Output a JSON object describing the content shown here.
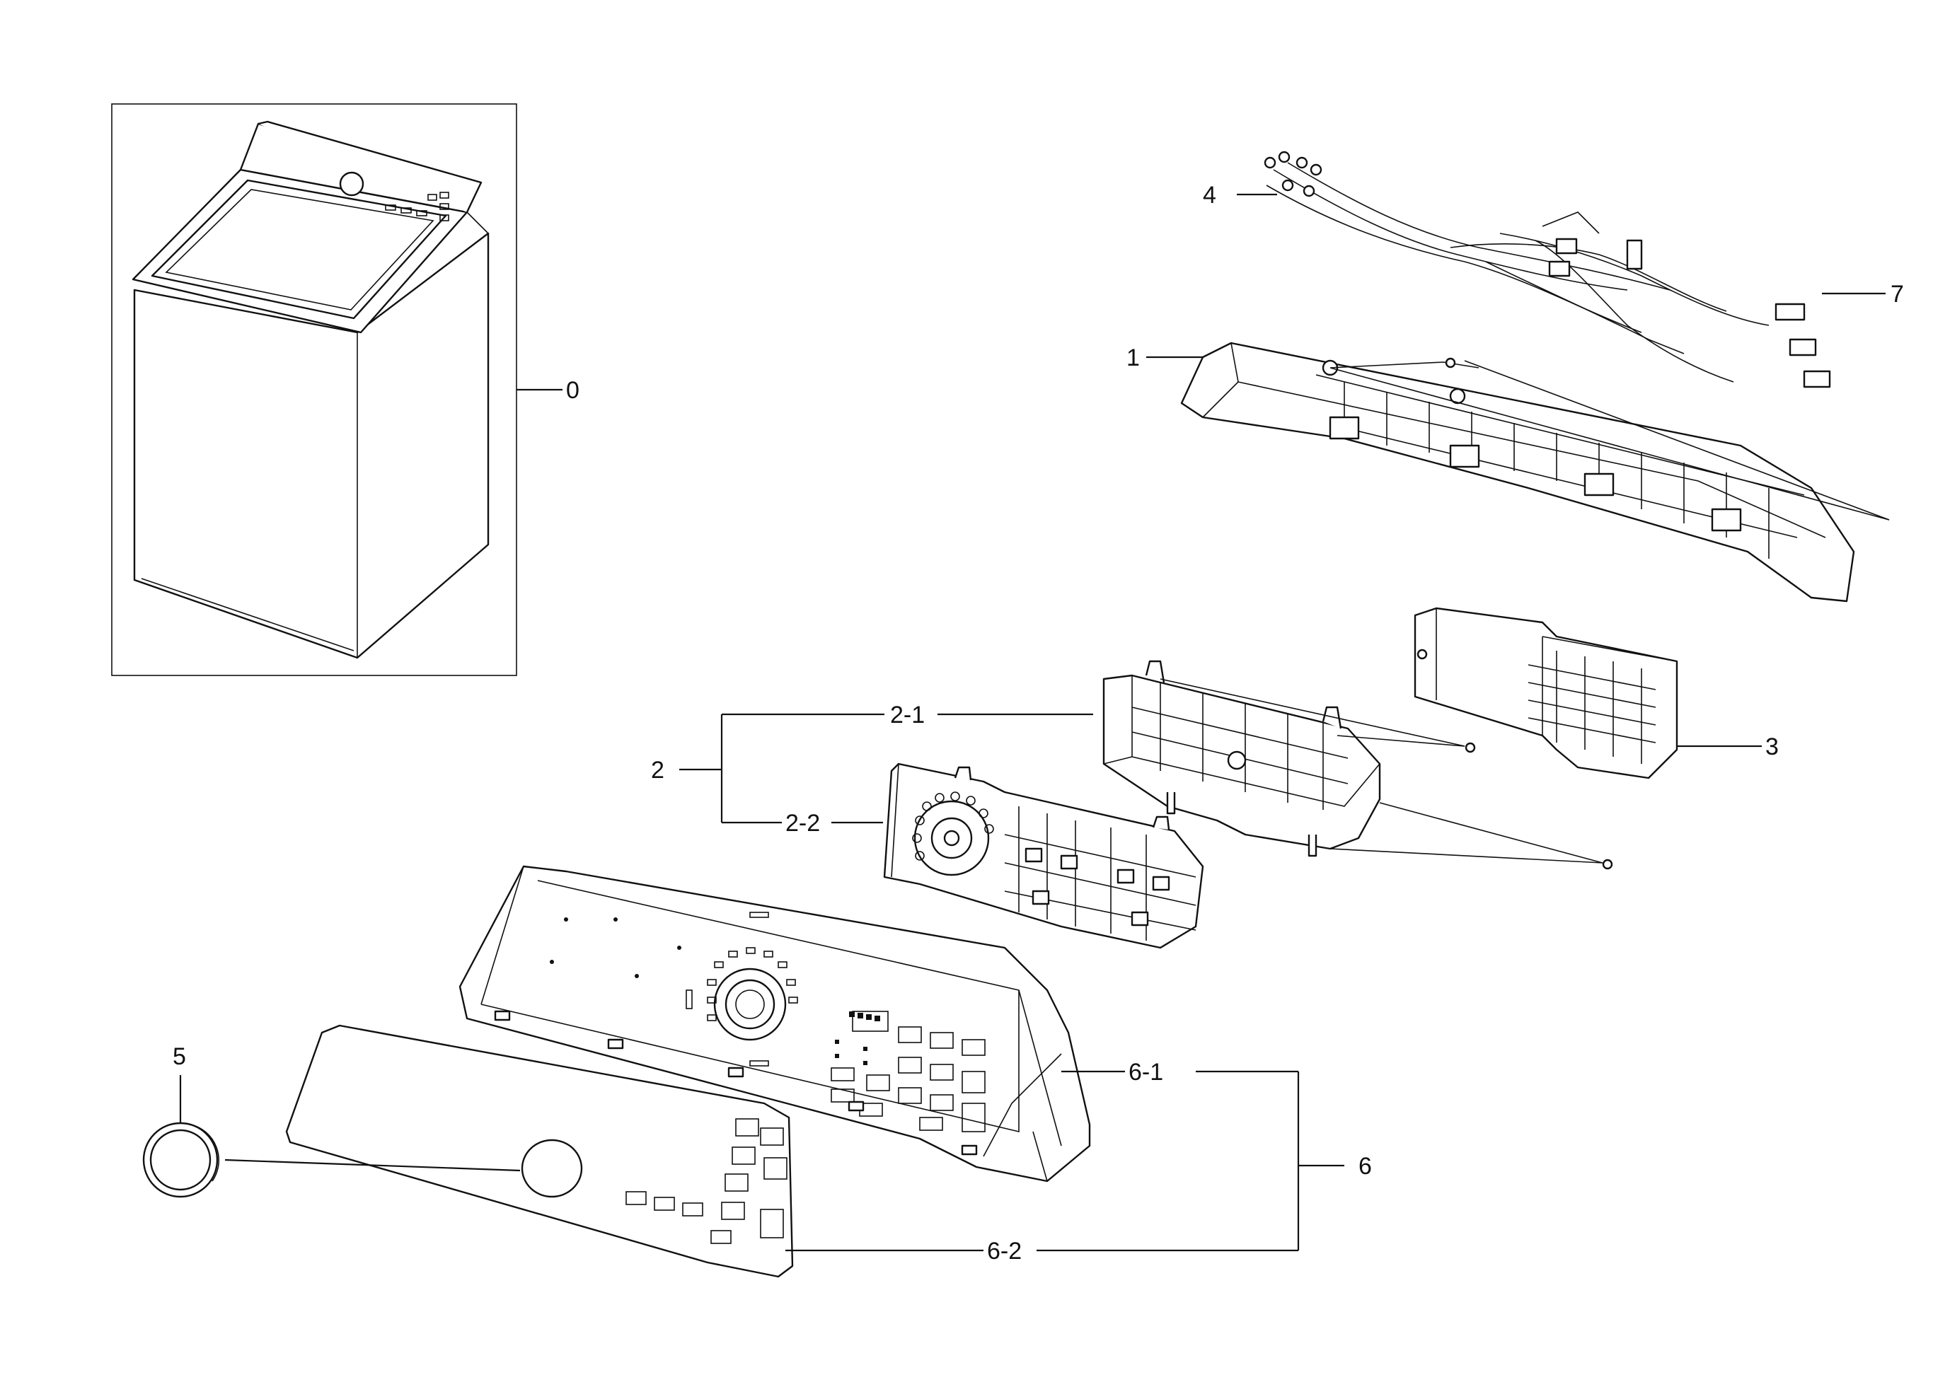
{
  "labels": {
    "p0": "0",
    "p1": "1",
    "p2": "2",
    "p2_1": "2-1",
    "p2_2": "2-2",
    "p3": "3",
    "p4": "4",
    "p5": "5",
    "p6": "6",
    "p6_1": "6-1",
    "p6_2": "6-2",
    "p7": "7"
  },
  "colors": {
    "ink": "#111111",
    "background": "#ffffff"
  },
  "icons": {
    "washer": "washer-assembly-icon",
    "wiring": "wire-harness-icon",
    "knob": "knob-icon"
  }
}
